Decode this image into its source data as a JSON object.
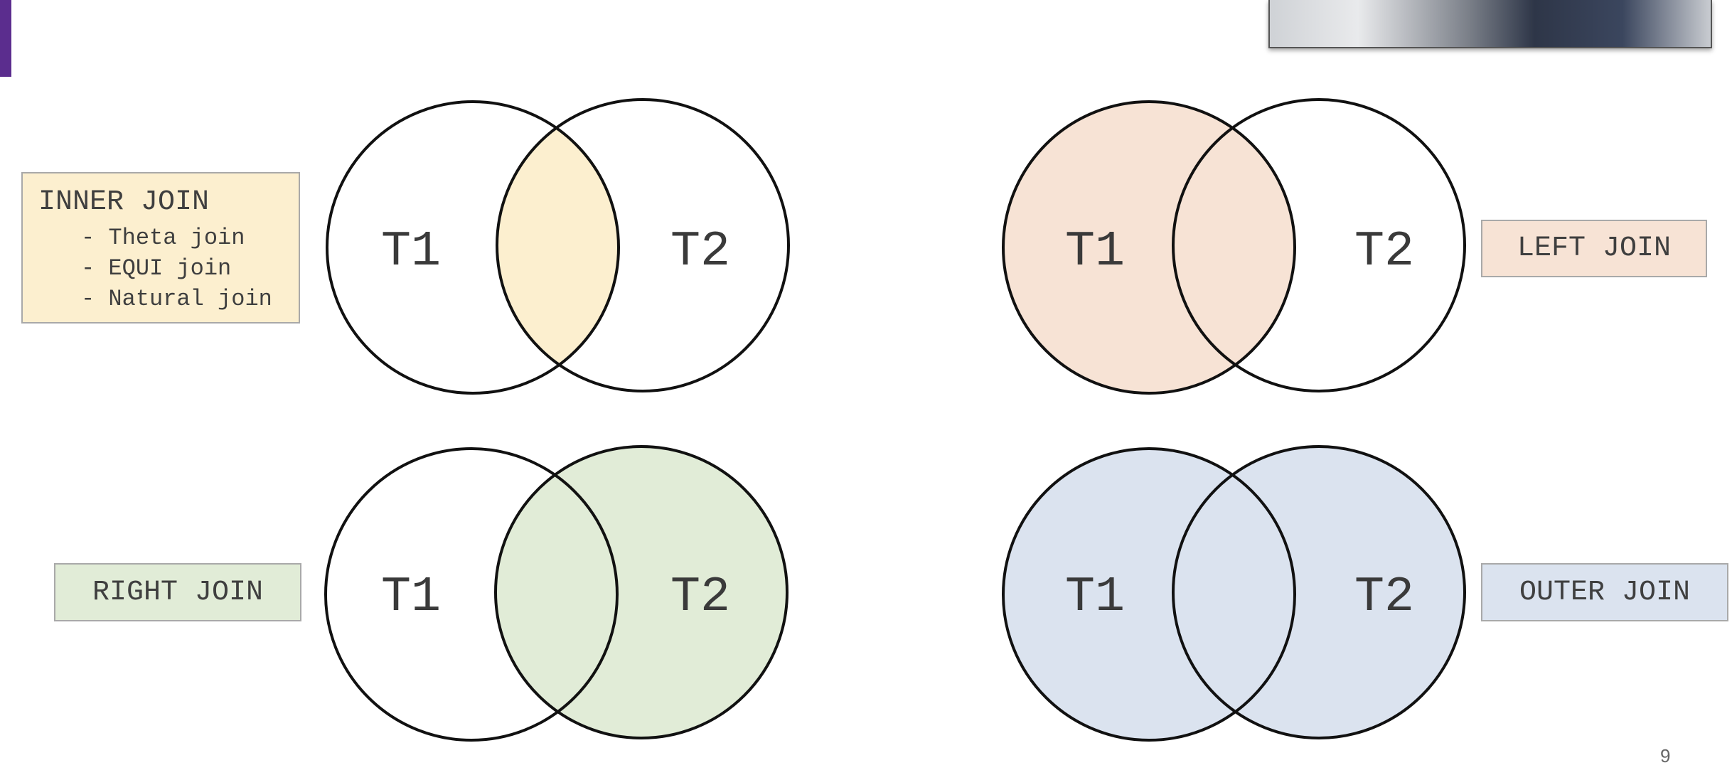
{
  "colors": {
    "accent": "#5b2d8e",
    "inner": "#fcefcf",
    "left": "#f7e3d5",
    "right": "#e1ecd7",
    "outer": "#dbe3ef",
    "stroke": "#111111"
  },
  "venn": {
    "t1": "T1",
    "t2": "T2"
  },
  "legends": {
    "inner": {
      "title": "INNER JOIN",
      "items": [
        "Theta join",
        "EQUI join",
        "Natural join"
      ]
    },
    "left": {
      "title": "LEFT JOIN"
    },
    "right": {
      "title": "RIGHT JOIN"
    },
    "outer": {
      "title": "OUTER JOIN"
    }
  },
  "page_number": "9"
}
